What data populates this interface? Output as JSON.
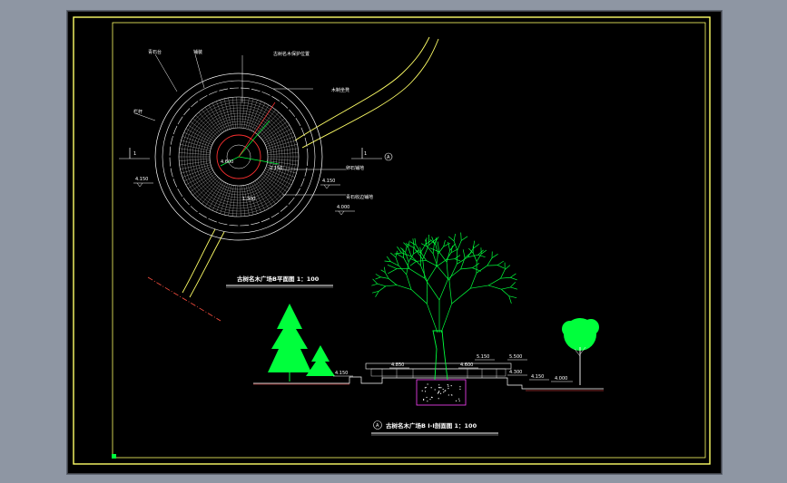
{
  "plan": {
    "title": "古树名木广场B平面图 1：100",
    "labels": {
      "sitting_stone": "青石台",
      "railing": "栏杆",
      "paving": "铺装",
      "tree_stone_circle": "古树名木保护位置",
      "wood_seat": "木制坐凳",
      "gravel_area": "卵石铺地",
      "curb_edge": "青石收边铺地"
    },
    "dimension_main": "4.600",
    "dimension_small_1": "1.300",
    "dimension_small_2": "2.150",
    "section_marker_left": "1",
    "section_marker_right": "1",
    "section_marker_circle": "A",
    "elev_left": "4.150",
    "elev_right_1": "4.150",
    "elev_right_2": "4.000"
  },
  "section": {
    "title": "古树名木广场B I-I剖面图 1：100",
    "marker": "A",
    "elevations": {
      "left": "4.150",
      "center": "4.850",
      "center_right": "4.600",
      "top_1": "5.150",
      "top_2": "5.500",
      "right_1": "4.300",
      "right_2": "4.150",
      "far_right": "4.000"
    }
  },
  "colors": {
    "canvas": "#000000",
    "frame_border": "#ffff66",
    "tree": "#00ff3c",
    "accent_red": "#ff3030",
    "lines": "#ffffff",
    "path": "#ffff66"
  }
}
